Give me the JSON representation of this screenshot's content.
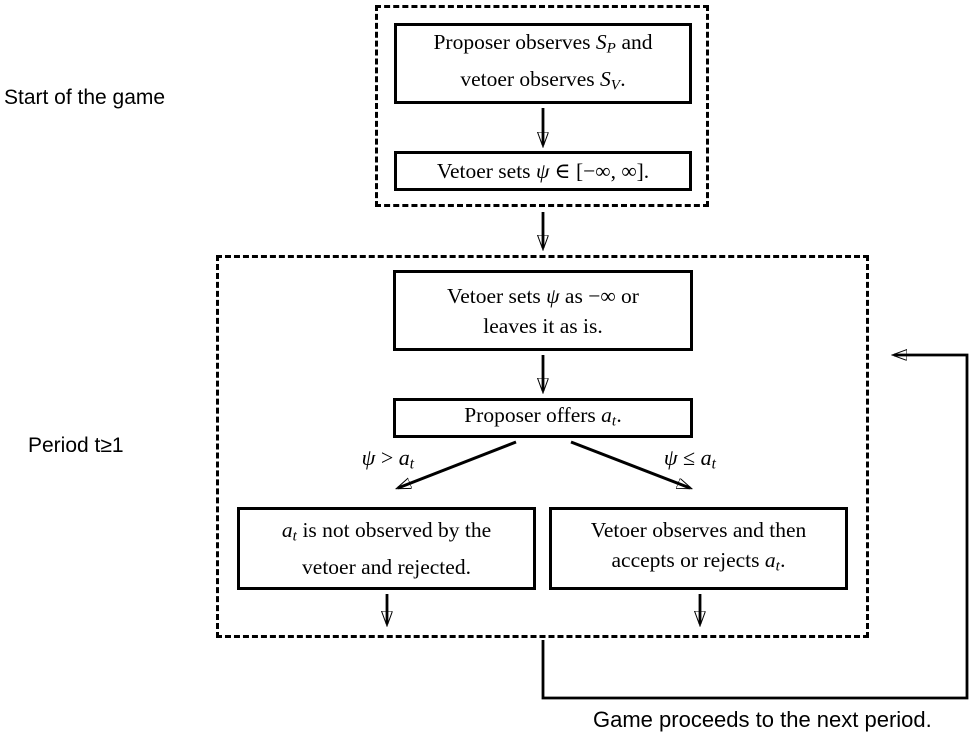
{
  "colors": {
    "ink": "#000000",
    "bg": "#ffffff"
  },
  "labels": {
    "start": "Start of the game",
    "period": "Period t≥1",
    "next_period": "Game proceeds to the next period."
  },
  "boxes": {
    "observe": {
      "lines": [
        [
          {
            "t": "Proposer observes ",
            "c": "n"
          },
          {
            "t": "S",
            "c": "v"
          },
          {
            "t": "P",
            "c": "vs"
          },
          {
            "t": " and",
            "c": "n"
          }
        ],
        [
          {
            "t": "vetoer observes ",
            "c": "n"
          },
          {
            "t": "S",
            "c": "v"
          },
          {
            "t": "V",
            "c": "vs"
          },
          {
            "t": ".",
            "c": "n"
          }
        ]
      ]
    },
    "set_psi": {
      "lines": [
        [
          {
            "t": "Vetoer sets ",
            "c": "n"
          },
          {
            "t": "ψ",
            "c": "v"
          },
          {
            "t": " ∈ [−∞, ∞].",
            "c": "n"
          }
        ]
      ]
    },
    "reset_psi": {
      "lines": [
        [
          {
            "t": "Vetoer sets ",
            "c": "n"
          },
          {
            "t": "ψ",
            "c": "v"
          },
          {
            "t": " as −∞ or",
            "c": "n"
          }
        ],
        [
          {
            "t": "leaves it as is.",
            "c": "n"
          }
        ]
      ]
    },
    "offer": {
      "lines": [
        [
          {
            "t": "Proposer offers ",
            "c": "n"
          },
          {
            "t": "a",
            "c": "v"
          },
          {
            "t": "t",
            "c": "vs"
          },
          {
            "t": ".",
            "c": "n"
          }
        ]
      ]
    },
    "rejected": {
      "lines": [
        [
          {
            "t": "a",
            "c": "v"
          },
          {
            "t": "t",
            "c": "vs"
          },
          {
            "t": " is not observed by the",
            "c": "n"
          }
        ],
        [
          {
            "t": "vetoer and rejected.",
            "c": "n"
          }
        ]
      ]
    },
    "observed": {
      "lines": [
        [
          {
            "t": "Vetoer observes and then",
            "c": "n"
          }
        ],
        [
          {
            "t": "accepts or rejects ",
            "c": "n"
          },
          {
            "t": "a",
            "c": "v"
          },
          {
            "t": "t",
            "c": "vs"
          },
          {
            "t": ".",
            "c": "n"
          }
        ]
      ]
    }
  },
  "branch_labels": {
    "left": [
      {
        "t": "ψ",
        "c": "v"
      },
      {
        "t": " > ",
        "c": "n"
      },
      {
        "t": "a",
        "c": "v"
      },
      {
        "t": "t",
        "c": "vs"
      }
    ],
    "right": [
      {
        "t": "ψ",
        "c": "v"
      },
      {
        "t": " ≤ ",
        "c": "n"
      },
      {
        "t": "a",
        "c": "v"
      },
      {
        "t": "t",
        "c": "vs"
      }
    ]
  }
}
